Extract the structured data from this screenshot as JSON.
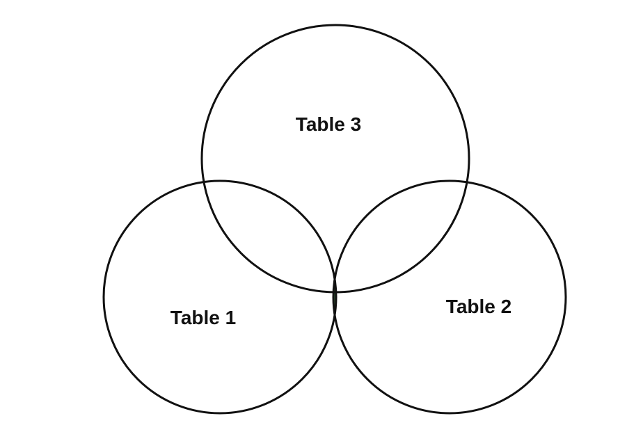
{
  "diagram": {
    "sets": [
      {
        "id": "table-1",
        "label": "Table 1"
      },
      {
        "id": "table-2",
        "label": "Table 2"
      },
      {
        "id": "table-3",
        "label": "Table 3"
      }
    ],
    "highlighted_region": {
      "sets": [
        "Table 1",
        "Table 2"
      ],
      "color": "#35603a"
    },
    "outline_color": "#111111",
    "background_color": "#ffffff"
  }
}
